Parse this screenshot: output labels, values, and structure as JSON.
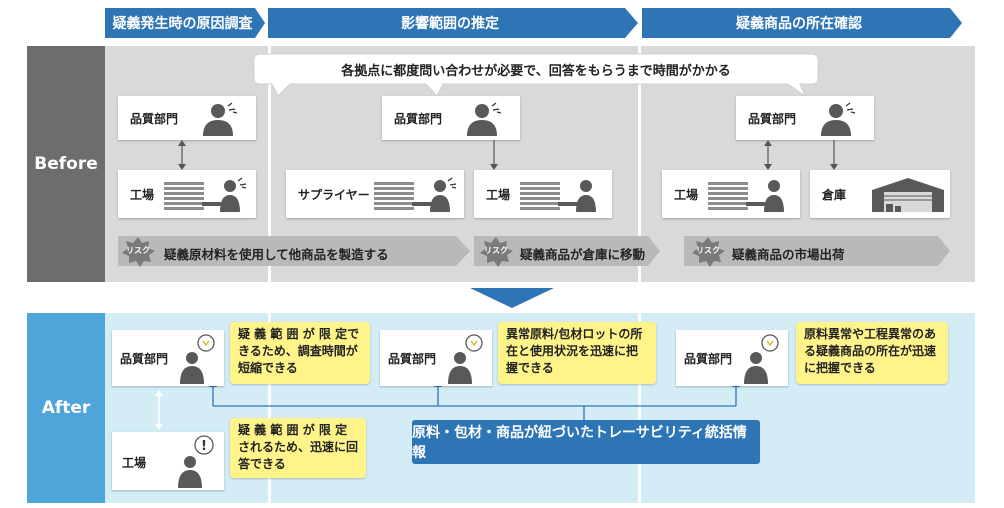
{
  "phases": [
    {
      "label": "疑義発生時の原因調査"
    },
    {
      "label": "影響範囲の推定"
    },
    {
      "label": "疑義商品の所在確認"
    }
  ],
  "before": {
    "label": "Before",
    "callout": "各拠点に都度問い合わせが必要で、回答をもらうまで時間がかかる",
    "cards": [
      {
        "label": "品質部門"
      },
      {
        "label": "工場"
      },
      {
        "label": "品質部門"
      },
      {
        "label": "サプライヤー"
      },
      {
        "label": "工場"
      },
      {
        "label": "品質部門"
      },
      {
        "label": "工場"
      },
      {
        "label": "倉庫"
      }
    ],
    "risks": [
      {
        "badge": "リスク",
        "text": "疑義原材料を使用して他商品を製造する"
      },
      {
        "badge": "リスク",
        "text": "疑義商品が倉庫に移動"
      },
      {
        "badge": "リスク",
        "text": "疑義商品の市場出荷"
      }
    ]
  },
  "after": {
    "label": "After",
    "cards": [
      {
        "label": "品質部門"
      },
      {
        "label": "工場"
      },
      {
        "label": "品質部門"
      },
      {
        "label": "品質部門"
      }
    ],
    "notes": [
      {
        "text": "疑 義 範 囲 が 限 定できるため、調査時間が短縮できる"
      },
      {
        "text": "疑 義 範 囲 が 限 定されるため、迅速に回答できる"
      },
      {
        "text": "異常原料/包材ロットの所在と使用状況を迅速に把握できる"
      },
      {
        "text": "原料異常や工程異常のある疑義商品の所在が迅速に把握できる"
      }
    ],
    "info_box": "原料・包材・商品が紐づいたトレーサビリティ統括情報"
  },
  "colors": {
    "phase_blue": "#2e75b6",
    "before_dark": "#6d6d6d",
    "before_bg": "#d9d9d9",
    "after_side": "#4ea5d9",
    "after_bg": "#d3ecf6",
    "info_blue": "#2e75b6",
    "note_yellow": "#fff48a",
    "risk_gray": "#b9b9b9"
  }
}
